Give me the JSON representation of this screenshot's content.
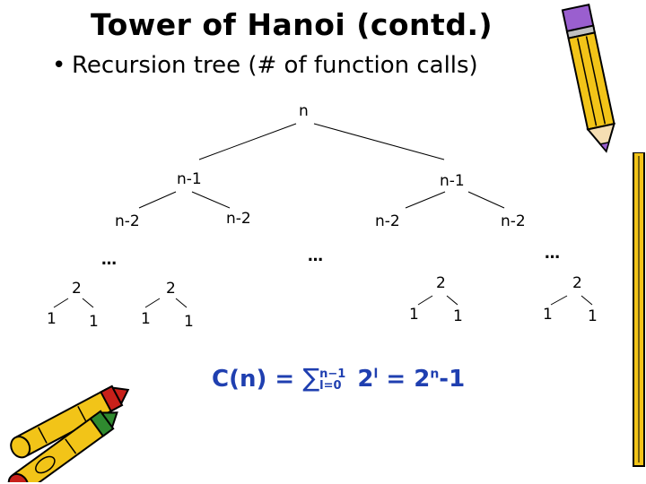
{
  "slide": {
    "title": "Tower of Hanoi (contd.)",
    "bullet": "Recursion tree (# of function calls)"
  },
  "tree": {
    "root": "n",
    "level1": [
      "n-1",
      "n-1"
    ],
    "level2": [
      "n-2",
      "n-2",
      "n-2",
      "n-2"
    ],
    "ellipsis": [
      "…",
      "…",
      "…"
    ],
    "level_2_nodes": [
      "2",
      "2",
      "2",
      "2"
    ],
    "leaves": [
      "1",
      "1",
      "1",
      "1",
      "1",
      "1",
      "1",
      "1"
    ]
  },
  "formula": {
    "lhs": "C(n) =",
    "sum_symbol": "∑",
    "upper": "n−1",
    "lower": "l=0",
    "base": "2",
    "exp": "l",
    "eq": "=",
    "result_base": "2",
    "result_exp": "n",
    "result_tail": "-1"
  },
  "colors": {
    "formula": "#1f3fb0",
    "pencil_yellow": "#f2c418",
    "pencil_red": "#c8201a",
    "pencil_purple": "#9a5fcf"
  },
  "icons": [
    "pencil-icon",
    "crayons-icon"
  ]
}
